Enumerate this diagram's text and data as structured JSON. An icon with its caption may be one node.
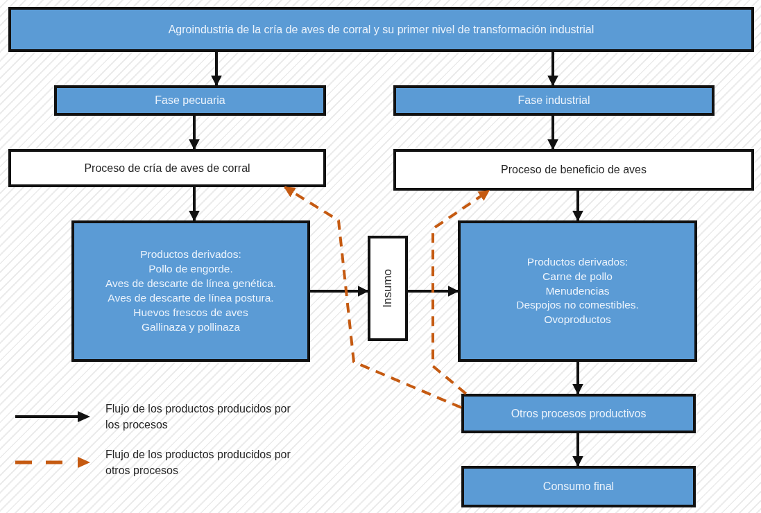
{
  "diagram": {
    "nodes": [
      {
        "text": [
          "Agroindustria de la cría de aves de corral y su primer nivel de transformación industrial"
        ]
      },
      {
        "text": [
          "Fase pecuaria"
        ]
      },
      {
        "text": [
          "Fase industrial"
        ]
      },
      {
        "text": [
          "Proceso de cría de aves de corral"
        ]
      },
      {
        "text": [
          "Proceso de beneficio de aves"
        ]
      },
      {
        "text": [
          "Productos derivados:",
          "Pollo de engorde.",
          "Aves de descarte de línea genética.",
          "Aves de descarte de línea postura.",
          "Huevos frescos de aves",
          "Gallinaza y pollinaza"
        ]
      },
      {
        "text": [
          "Insumo"
        ]
      },
      {
        "text": [
          "Productos derivados:",
          "Carne de pollo",
          "Menudencias",
          "Despojos no comestibles.",
          "Ovoproductos"
        ]
      },
      {
        "text": [
          "Otros procesos productivos"
        ]
      },
      {
        "text": [
          "Consumo final"
        ]
      }
    ],
    "edges": [
      {
        "from": 0,
        "to": 1,
        "arrow": "to"
      },
      {
        "from": 0,
        "to": 2,
        "arrow": "to"
      },
      {
        "from": 1,
        "to": 3,
        "arrow": "to"
      },
      {
        "from": 2,
        "to": 4,
        "arrow": "to"
      },
      {
        "from": 3,
        "to": 5,
        "arrow": "to"
      },
      {
        "from": 4,
        "to": 7,
        "arrow": "to"
      },
      {
        "from": 5,
        "to": 6,
        "arrow": "to"
      },
      {
        "from": 6,
        "to": 7,
        "arrow": "to"
      },
      {
        "from": 7,
        "to": 8,
        "arrow": "to"
      },
      {
        "from": 8,
        "to": 9,
        "arrow": "to"
      },
      {
        "from": 8,
        "to": 3,
        "arrow": "to",
        "style": "dashed",
        "color": "#c55a11"
      },
      {
        "from": 8,
        "to": 4,
        "arrow": "to",
        "style": "dashed",
        "color": "#c55a11"
      }
    ],
    "legend": [
      {
        "text": "Flujo de los productos producidos por los procesos"
      },
      {
        "text": "Flujo de los productos producidos por otros procesos"
      }
    ]
  }
}
